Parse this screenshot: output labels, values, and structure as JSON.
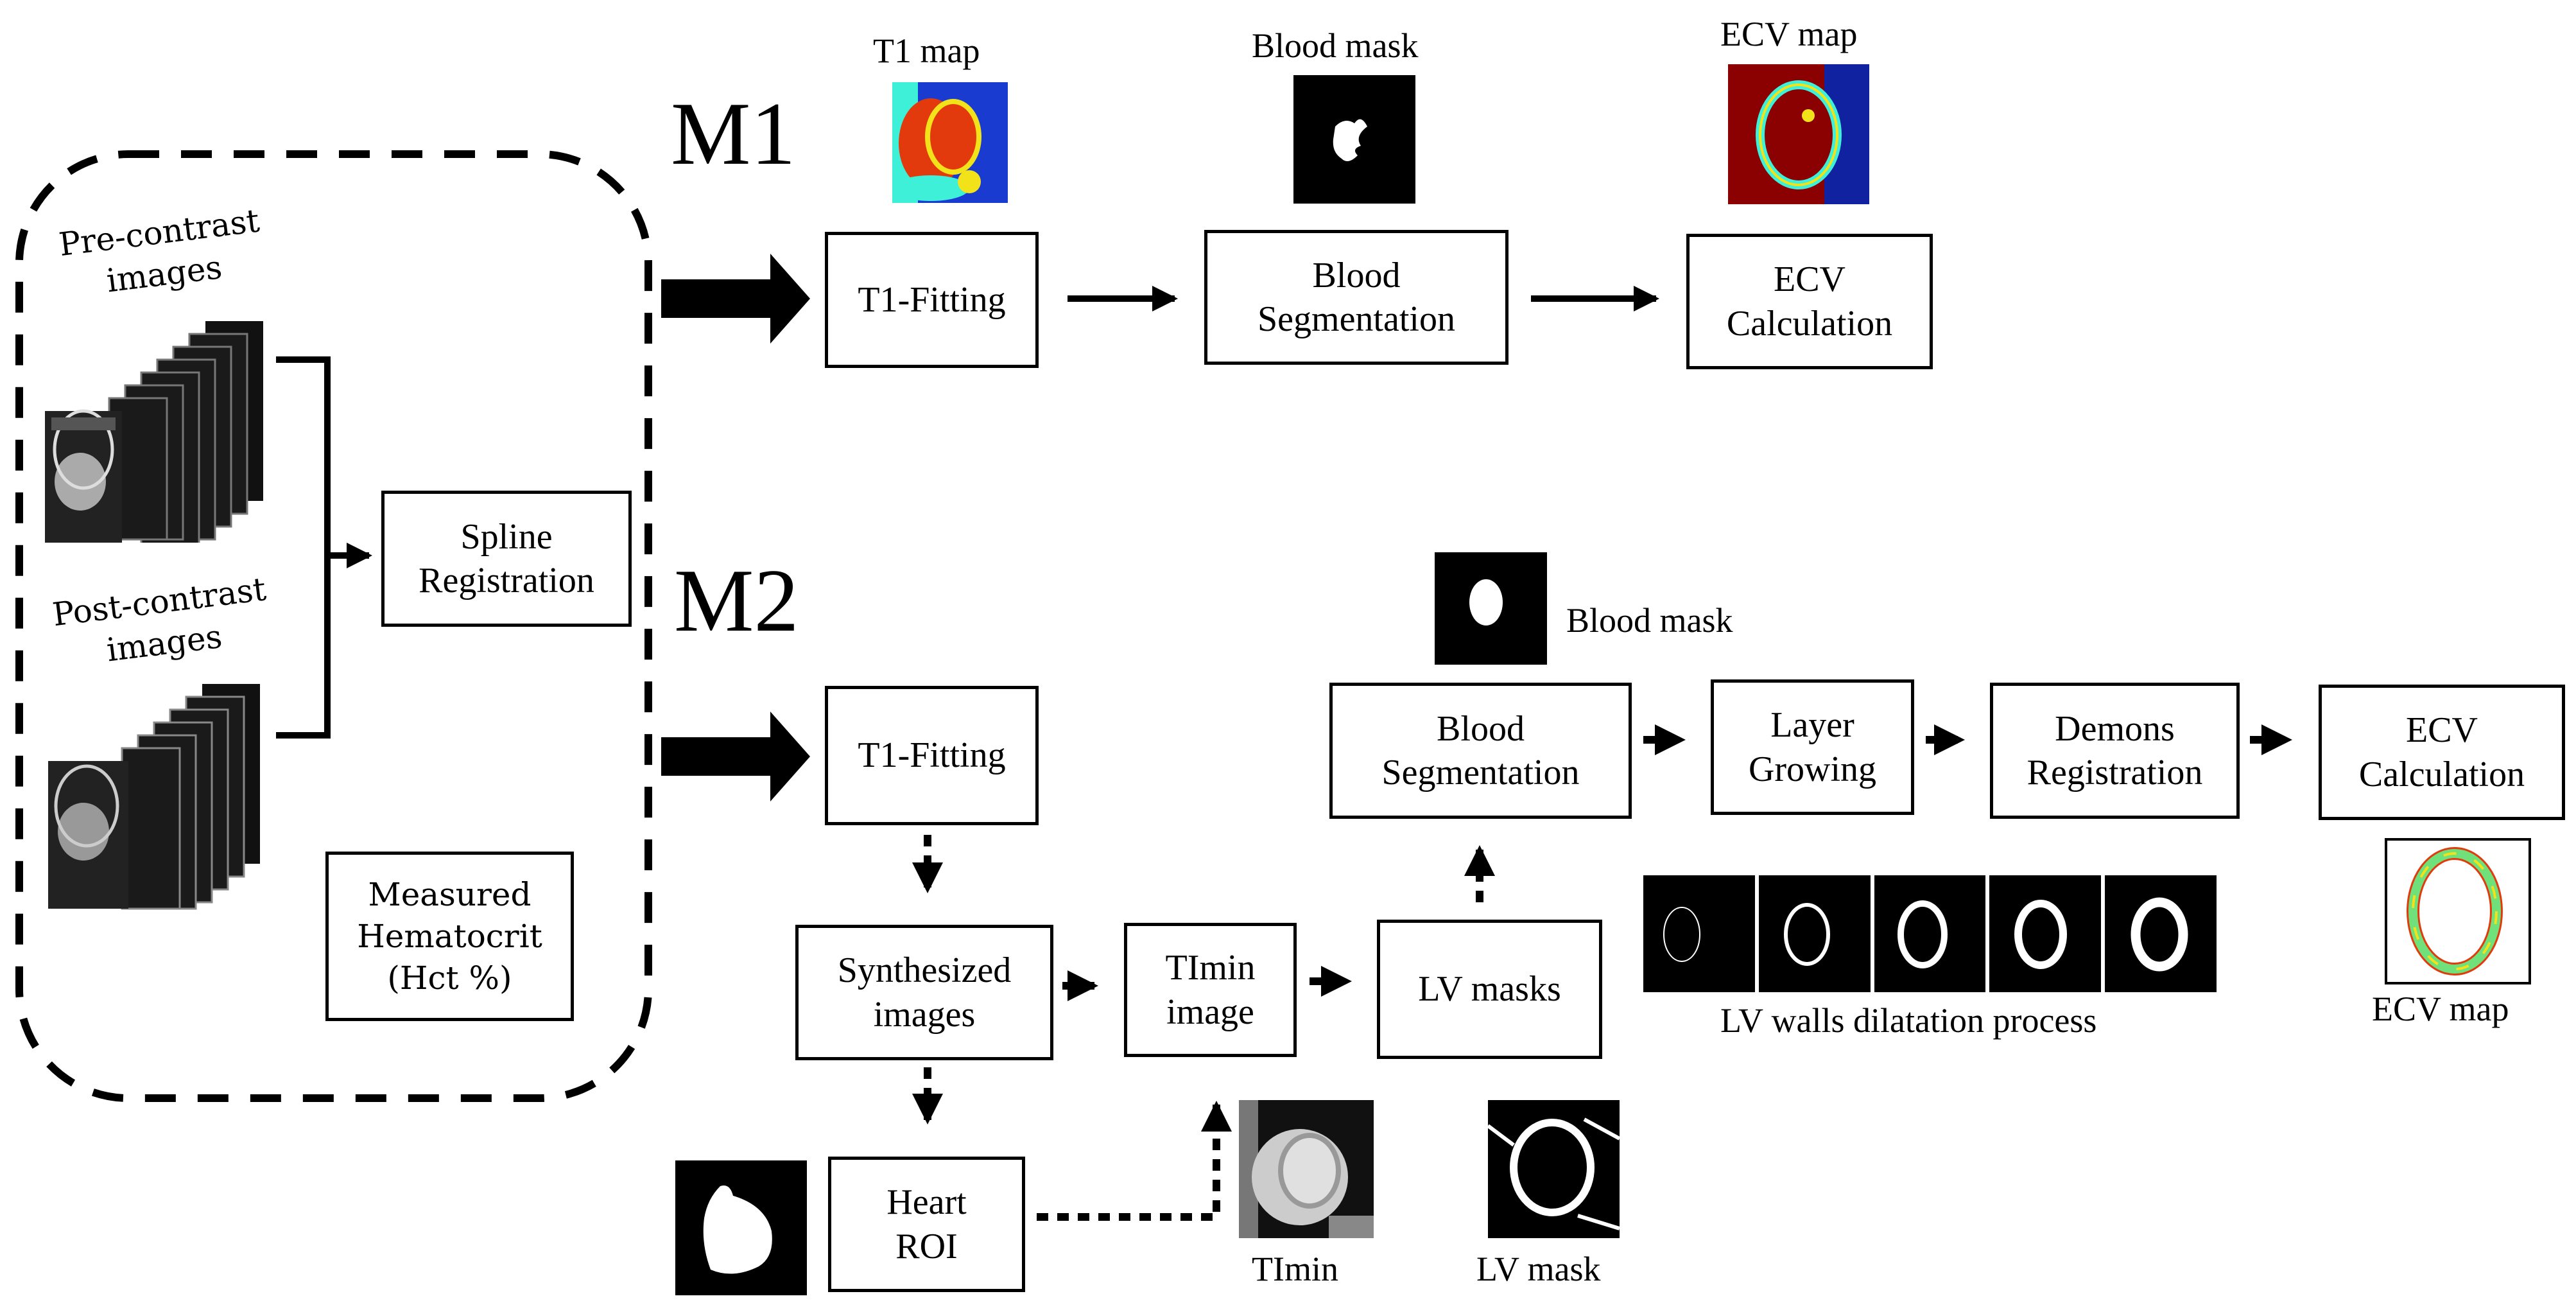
{
  "diagram": {
    "input_group": {
      "pre_contrast_label": "Pre-contrast\nimages",
      "post_contrast_label": "Post-contrast\nimages",
      "spline_registration": "Spline\nRegistration",
      "hematocrit": "Measured\nHematocrit\n(Hct %)"
    },
    "m1": {
      "label": "M1",
      "t1_fitting": "T1-Fitting",
      "blood_segmentation": "Blood\nSegmentation",
      "ecv_calculation": "ECV\nCalculation",
      "t1_map_caption": "T1 map",
      "blood_mask_caption": "Blood mask",
      "ecv_map_caption": "ECV map"
    },
    "m2": {
      "label": "M2",
      "t1_fitting": "T1-Fitting",
      "synthesized_images": "Synthesized\nimages",
      "timin_image": "TImin\nimage",
      "lv_masks": "LV masks",
      "heart_roi": "Heart\nROI",
      "blood_segmentation": "Blood\nSegmentation",
      "layer_growing": "Layer\nGrowing",
      "demons_registration": "Demons\nRegistration",
      "ecv_calculation": "ECV\nCalculation",
      "blood_mask_caption": "Blood mask",
      "dilatation_caption": "LV walls dilatation process",
      "dilatation_steps": 5,
      "ecv_map_caption": "ECV map",
      "timin_caption": "TImin",
      "lv_mask_caption": "LV mask"
    },
    "colors": {
      "jet_dark_red": "#8b0000",
      "jet_red": "#e23a0c",
      "jet_yellow": "#f2e21a",
      "jet_cyan": "#3ef0d8",
      "jet_blue": "#1022a0",
      "ecv_ring_green": "#6fe07a"
    }
  }
}
